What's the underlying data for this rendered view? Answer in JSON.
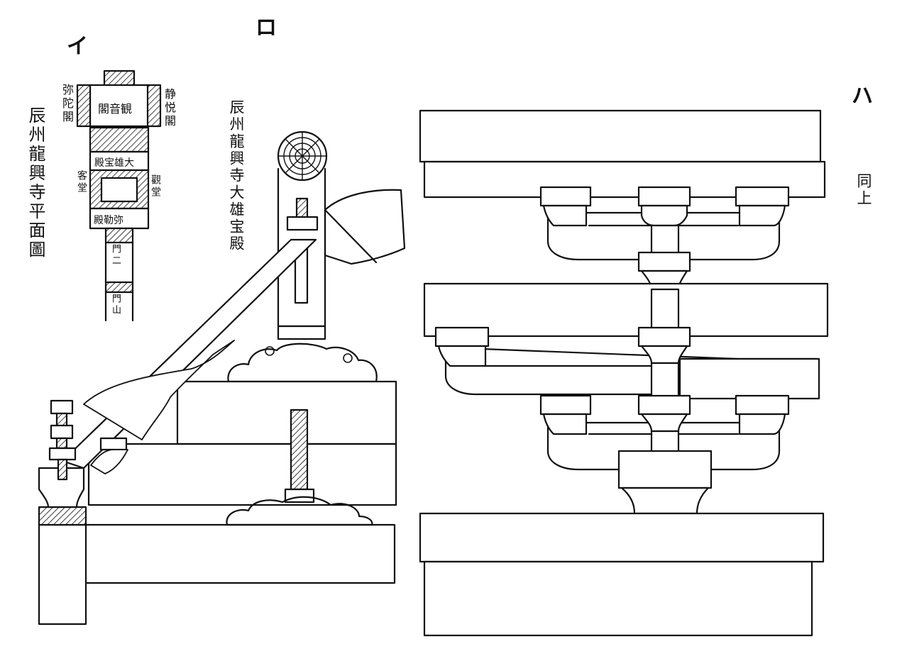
{
  "labels": {
    "mark_i": "イ",
    "mark_ro": "ロ",
    "mark_ha": "ハ"
  },
  "plan": {
    "title": "辰州龍興寺平面圖",
    "amida_hall": "弥陀閣",
    "jingxin_hall": "静悦閣",
    "guanyin_hall": "閣音観",
    "main_hall": "殿宝雄大",
    "guest_room": "客堂",
    "kannon_hall": "觀堂",
    "maitreya_hall": "殿勒弥",
    "gate_2": "門二",
    "mountain_gate": "門山"
  },
  "section": {
    "title": "辰州龍興寺大雄宝殿"
  },
  "bracket": {
    "caption": "同上"
  }
}
